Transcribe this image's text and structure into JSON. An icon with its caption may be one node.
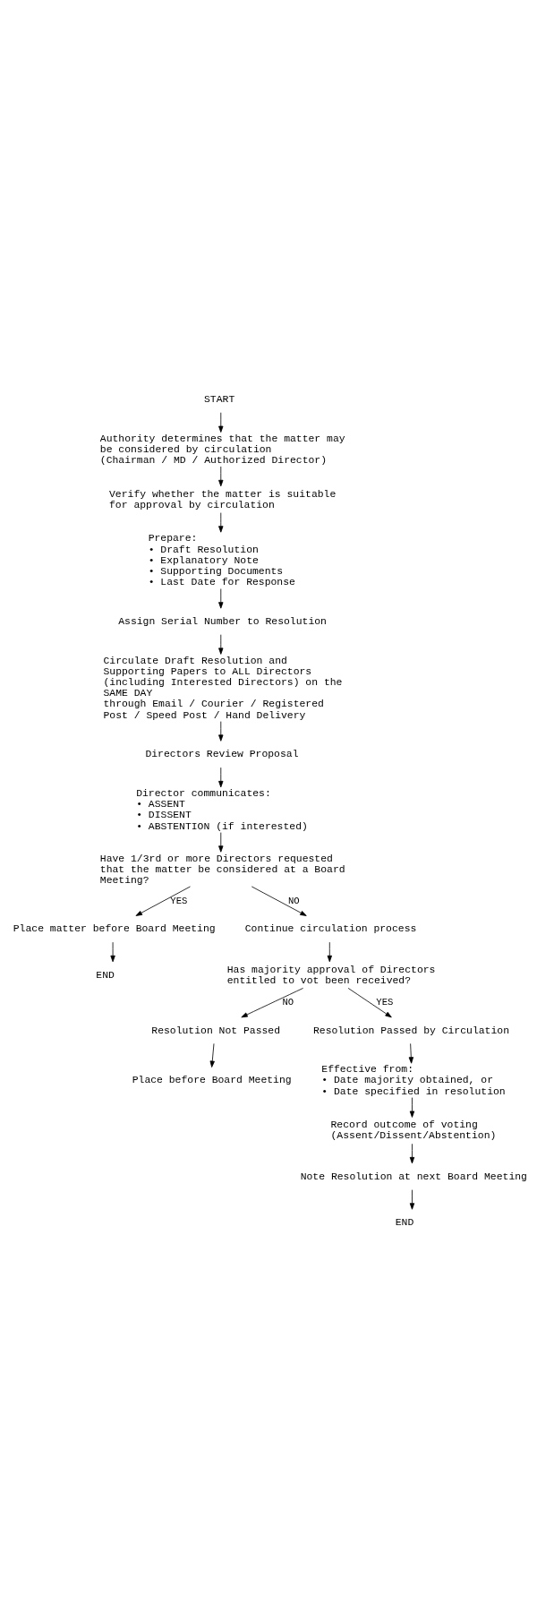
{
  "diagram": {
    "nodes": [
      {
        "text": [
          "START"
        ]
      },
      {
        "text": [
          "Authority determines that the matter may be considered by circulation",
          "(Chairman / MD / Authorized Director)"
        ]
      },
      {
        "text": [
          "Verify whether the matter is suitable for approval by circulation"
        ]
      },
      {
        "text": [
          "Prepare:",
          "• Draft Resolution",
          "• Explanatory Note",
          "• Supporting Documents",
          "• Last Date for Response"
        ]
      },
      {
        "text": [
          "Assign Serial Number to Resolution"
        ]
      },
      {
        "text": [
          "Circulate Draft Resolution and Supporting Papers to ALL Directors (including Interested Directors) on the SAME DAY",
          "through Email / Courier / Registered Post / Speed Post / Hand Delivery"
        ]
      },
      {
        "text": [
          "Directors Review Proposal"
        ]
      },
      {
        "text": [
          "Director communicates:",
          "• ASSENT",
          "• DISSENT",
          "• ABSTENTION (if interested)"
        ]
      },
      {
        "text": [
          "Have 1/3rd or more Directors requested that the matter be considered at a Board Meeting?"
        ]
      },
      {
        "text": [
          "Place matter before Board Meeting"
        ]
      },
      {
        "text": [
          "END"
        ]
      },
      {
        "text": [
          "Continue circulation process"
        ]
      },
      {
        "text": [
          "Has majority approval of Directors entitled to vot been received?"
        ]
      },
      {
        "text": [
          "Resolution Not Passed"
        ]
      },
      {
        "text": [
          "Place before Board Meeting"
        ]
      },
      {
        "text": [
          "Resolution Passed by Circulation"
        ]
      },
      {
        "text": [
          "Effective from:",
          "• Date majority obtained, or",
          "• Date specified in resolution"
        ]
      },
      {
        "text": [
          "Record outcome of voting (Assent/Dissent/Abstention)"
        ]
      },
      {
        "text": [
          "Note Resolution at next Board Meeting"
        ]
      },
      {
        "text": [
          "END"
        ]
      }
    ],
    "edges": [
      {
        "from": 0,
        "to": 1,
        "arrow": "to"
      },
      {
        "from": 1,
        "to": 2,
        "arrow": "to"
      },
      {
        "from": 2,
        "to": 3,
        "arrow": "to"
      },
      {
        "from": 3,
        "to": 4,
        "arrow": "to"
      },
      {
        "from": 4,
        "to": 5,
        "arrow": "to"
      },
      {
        "from": 5,
        "to": 6,
        "arrow": "to"
      },
      {
        "from": 6,
        "to": 7,
        "arrow": "to"
      },
      {
        "from": 7,
        "to": 8,
        "arrow": "to"
      },
      {
        "from": 8,
        "to": 9,
        "arrow": "to",
        "label": "YES"
      },
      {
        "from": 8,
        "to": 11,
        "arrow": "to",
        "label": "NO"
      },
      {
        "from": 9,
        "to": 10,
        "arrow": "to"
      },
      {
        "from": 11,
        "to": 12,
        "arrow": "to"
      },
      {
        "from": 12,
        "to": 13,
        "arrow": "to",
        "label": "NO"
      },
      {
        "from": 12,
        "to": 15,
        "arrow": "to",
        "label": "YES"
      },
      {
        "from": 13,
        "to": 14,
        "arrow": "to"
      },
      {
        "from": 15,
        "to": 16,
        "arrow": "to"
      },
      {
        "from": 16,
        "to": 17,
        "arrow": "to"
      },
      {
        "from": 17,
        "to": 18,
        "arrow": "to"
      },
      {
        "from": 18,
        "to": 19,
        "arrow": "to"
      }
    ]
  }
}
